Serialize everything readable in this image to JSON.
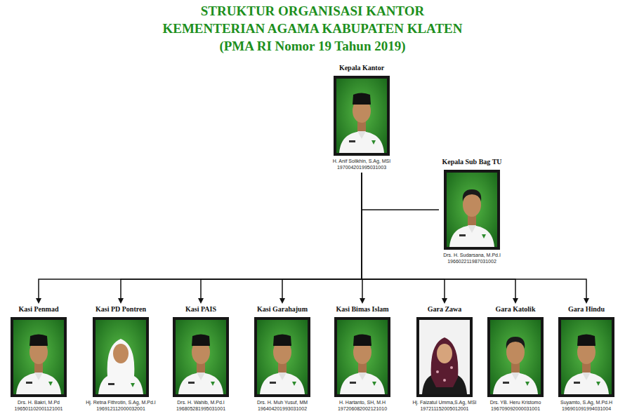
{
  "diagram": {
    "title": "STRUKTUR ORGANISASI KANTOR KEMENTERIAN AGAMA KABUPATEN KLATEN (PMA RI Nomor 19 Tahun 2019)",
    "nodes": [
      {
        "text": [
          "Kepala Kantor",
          "H. Anif Solikhin, S.Ag, MSI",
          "197004201995031003"
        ]
      },
      {
        "text": [
          "Kepala Sub Bag TU",
          "Drs. H. Sudarsana, M.Pd.I",
          "196602211987031002"
        ]
      },
      {
        "text": [
          "Kasi Penmad",
          "Drs. H. Bakri, M.Pd",
          "196501102001121001"
        ]
      },
      {
        "text": [
          "Kasi PD Pontren",
          "Hj. Retna Fithrotin, S.Ag, M.Pd.I",
          "196912112000032001"
        ]
      },
      {
        "text": [
          "Kasi PAIS",
          "Drs. H. Wahib, M.Pd.I",
          "196805281995031001"
        ]
      },
      {
        "text": [
          "Kasi Garahajum",
          "Drs. H. Muh Yusuf, MM",
          "196404201993031002"
        ]
      },
      {
        "text": [
          "Kasi Bimas Islam",
          "H. Hartanto, SH, M.H",
          "197206082002121010"
        ]
      },
      {
        "text": [
          "Gara Zawa",
          "Hj. Faizatul Umma,S.Ag, MSI",
          "197211152005012001"
        ]
      },
      {
        "text": [
          "Gara Katolik",
          "Drs. YB. Heru Kristomo",
          "196709092000031001"
        ]
      },
      {
        "text": [
          "Gara Hindu",
          "Suyamto, S.Ag, M.Pd.H",
          "196901091994031004"
        ]
      }
    ],
    "edges": [
      {
        "from": 0,
        "to": 1,
        "arrow": "none"
      },
      {
        "from": 0,
        "to": 2,
        "arrow": "to"
      },
      {
        "from": 0,
        "to": 3,
        "arrow": "to"
      },
      {
        "from": 0,
        "to": 4,
        "arrow": "to"
      },
      {
        "from": 0,
        "to": 5,
        "arrow": "to"
      },
      {
        "from": 0,
        "to": 6,
        "arrow": "to"
      },
      {
        "from": 0,
        "to": 7,
        "arrow": "to"
      },
      {
        "from": 0,
        "to": 8,
        "arrow": "to"
      },
      {
        "from": 0,
        "to": 9,
        "arrow": "to"
      }
    ]
  }
}
